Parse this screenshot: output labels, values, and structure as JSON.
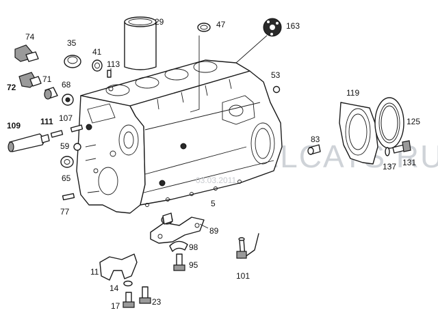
{
  "watermark": "WWW.ELCATS.RU",
  "watermark_date": "03.03.2011",
  "callouts": {
    "c74": "74",
    "c35": "35",
    "c41": "41",
    "c29": "29",
    "c47": "47",
    "c163": "163",
    "c113": "113",
    "c72": "72",
    "c71": "71",
    "c68": "68",
    "c53": "53",
    "c119": "119",
    "c125": "125",
    "c109": "109",
    "c111": "111",
    "c107": "107",
    "c59": "59",
    "c83": "83",
    "c137": "137",
    "c131": "131",
    "c65": "65",
    "c77": "77",
    "c5": "5",
    "c89": "89",
    "c98": "98",
    "c95": "95",
    "c101": "101",
    "c11": "11",
    "c14": "14",
    "c17": "17",
    "c23": "23"
  },
  "colors": {
    "line": "#1a1a1a",
    "watermark": "#cfd3d8"
  }
}
